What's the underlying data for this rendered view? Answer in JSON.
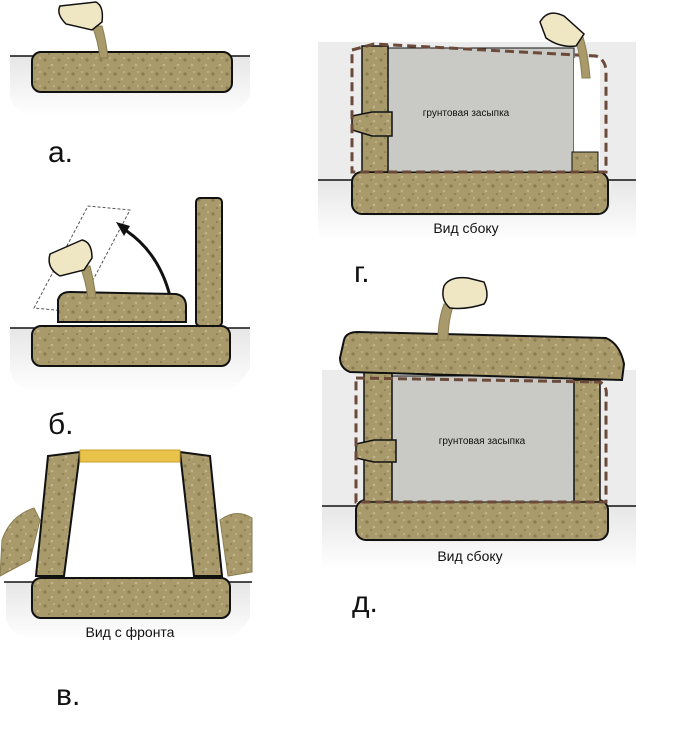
{
  "steps": {
    "a": "а.",
    "b": "б.",
    "v": "в.",
    "g": "г.",
    "d": "д."
  },
  "captions": {
    "front_view": "Вид с фронта",
    "side_view_g": "Вид сбоку",
    "side_view_d": "Вид сбоку"
  },
  "labels": {
    "backfill_g": "грунтовая засыпка",
    "backfill_d": "грунтовая засыпка"
  },
  "colors": {
    "earth": "#a99a6c",
    "earth_dark": "#8b7d52",
    "trench": "#eeeeee",
    "backfill": "#c9c9c5",
    "board": "#e8c24a",
    "bucket": "#efe6c4",
    "outline": "#111111",
    "dashed": "#6b4a3a"
  }
}
